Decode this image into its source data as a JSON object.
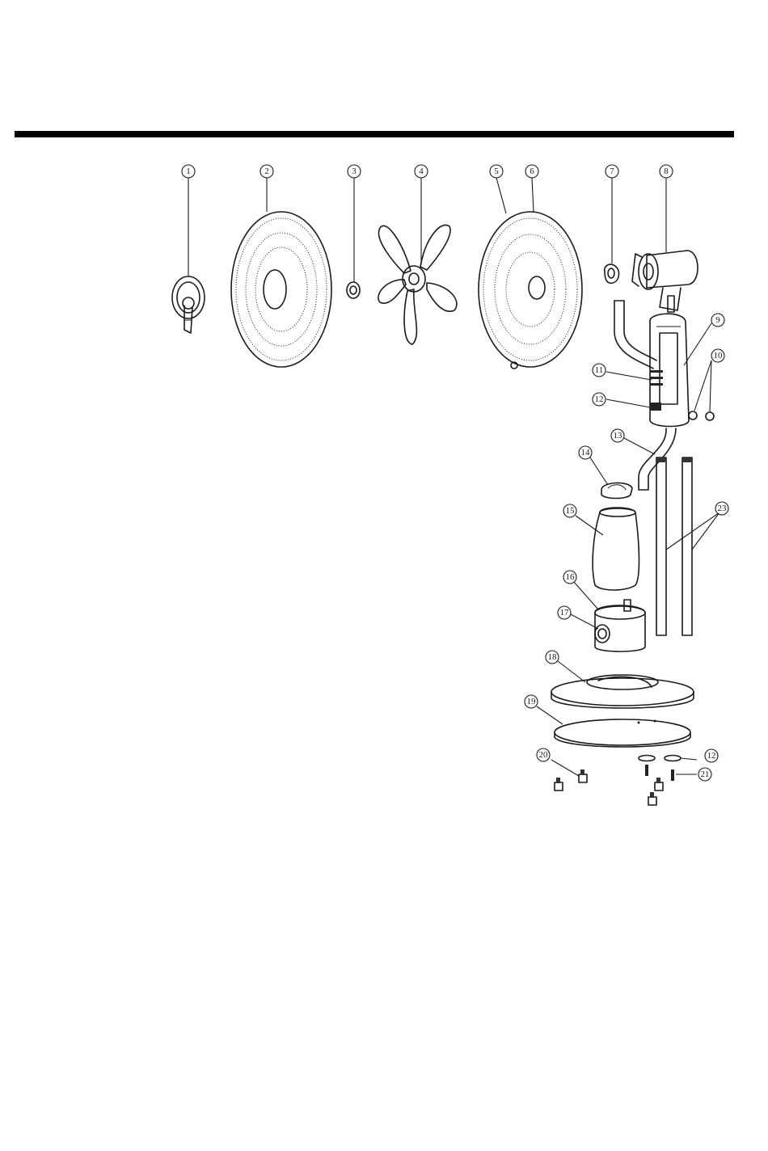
{
  "diagram": {
    "callouts": {
      "c1": "1",
      "c2": "2",
      "c3": "3",
      "c4": "4",
      "c5": "5",
      "c6": "6",
      "c7": "7",
      "c8": "8",
      "c9": "9",
      "c10": "10",
      "c11": "11",
      "c12": "12",
      "c13": "13",
      "c14": "14",
      "c15": "15",
      "c16": "16",
      "c17": "17",
      "c18": "18",
      "c19": "19",
      "c20": "20",
      "c21": "21",
      "c22": "12",
      "c23": "23"
    },
    "ink_color": "#1a1a1a",
    "background": "#ffffff"
  }
}
